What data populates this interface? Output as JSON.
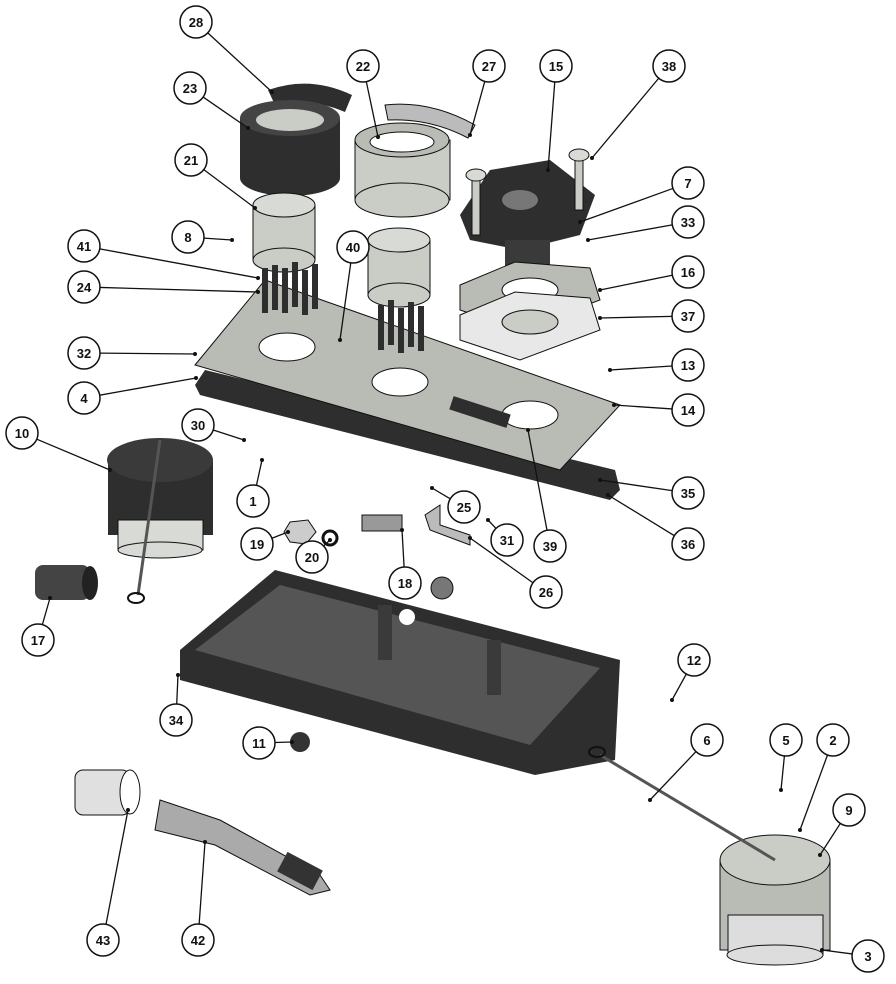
{
  "diagram": {
    "type": "exploded-assembly",
    "callouts": [
      "28",
      "23",
      "22",
      "27",
      "15",
      "38",
      "21",
      "8",
      "7",
      "33",
      "41",
      "24",
      "40",
      "16",
      "37",
      "32",
      "13",
      "4",
      "14",
      "10",
      "30",
      "35",
      "1",
      "25",
      "36",
      "19",
      "20",
      "31",
      "39",
      "18",
      "26",
      "17",
      "12",
      "34",
      "11",
      "6",
      "5",
      "2",
      "9",
      "43",
      "42",
      "3"
    ]
  },
  "colors": {
    "part_light": "#c9cdc6",
    "part_mid": "#9aa09a",
    "part_dark": "#2e2e2e",
    "outline": "#111111"
  }
}
